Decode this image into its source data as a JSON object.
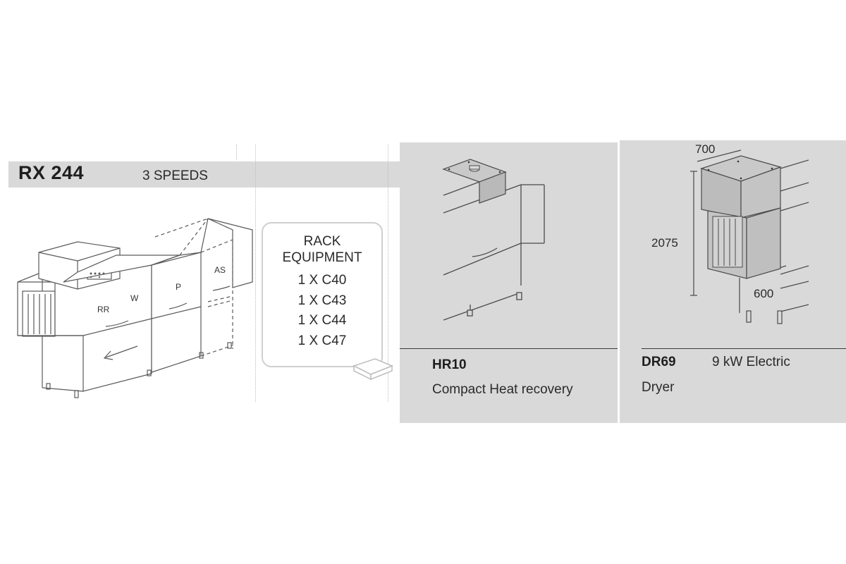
{
  "header": {
    "model": "RX 244",
    "speeds": "3 SPEEDS"
  },
  "machine_labels": {
    "rr": "RR",
    "w": "W",
    "p": "P",
    "as": "AS"
  },
  "rack": {
    "title_line1": "RACK",
    "title_line2": "EQUIPMENT",
    "items": [
      "1 X C40",
      "1 X C43",
      "1 X C44",
      "1 X C47"
    ]
  },
  "hr10": {
    "code": "HR10",
    "description": "Compact Heat recovery"
  },
  "dr69": {
    "code": "DR69",
    "power": "9 kW Electric",
    "description": "Dryer",
    "dimensions": {
      "width": "700",
      "height": "2075",
      "depth": "600"
    }
  },
  "colors": {
    "panel_grey": "#d9d9d9",
    "line_dark": "#3a3a3a",
    "box_fill": "#c9c9c9"
  }
}
